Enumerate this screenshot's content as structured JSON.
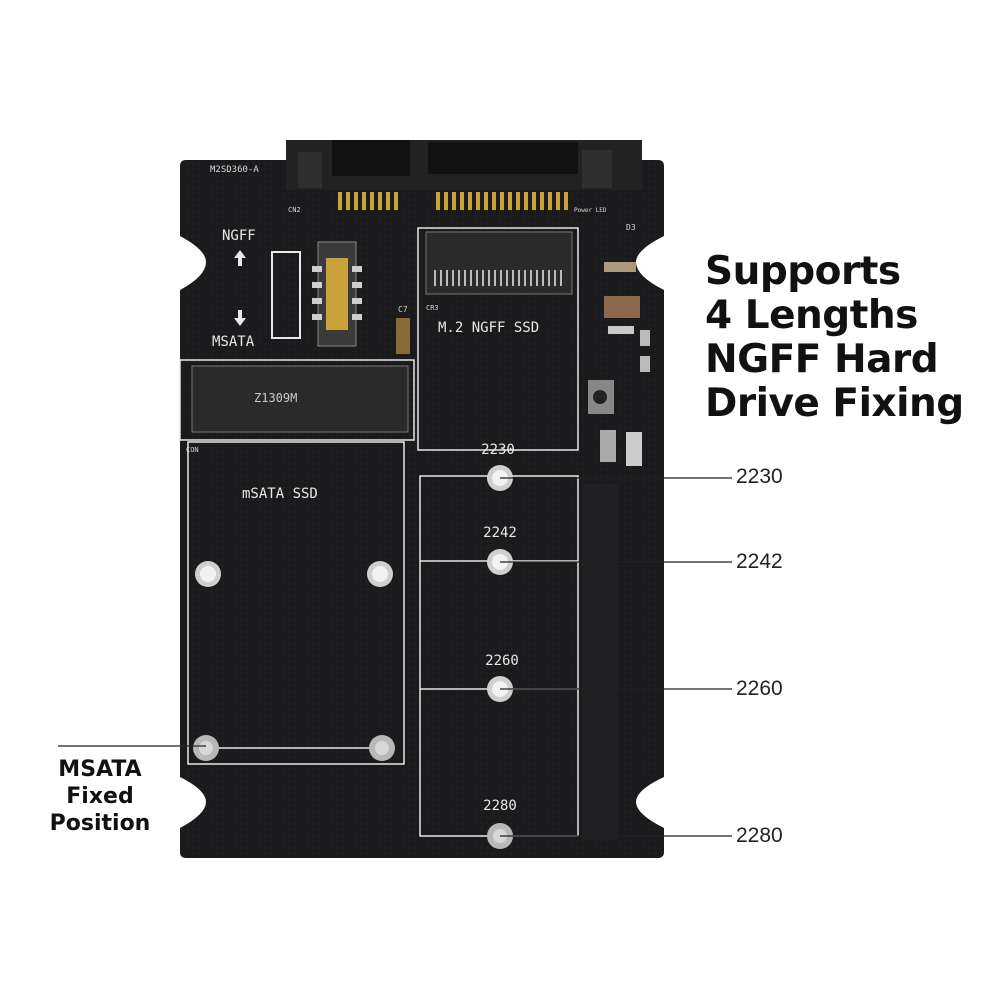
{
  "headline": [
    "Supports",
    "4 Lengths",
    "NGFF Hard",
    "Drive Fixing"
  ],
  "board": {
    "model_marking": "M2SD360-A",
    "connector_ref": "CN2",
    "switch_top_label": "NGFF",
    "switch_bottom_label": "MSATA",
    "m2_ref": "CR3",
    "m2_label": "M.2  NGFF  SSD",
    "msata_ref": "CON",
    "msata_label": "mSATA  SSD",
    "msata_slot_marking": "Z1309M",
    "cap_ref": "C7",
    "power_ref": "Power LED",
    "led_ref": "D3",
    "m2_length_marks": [
      "2230",
      "2242",
      "2260",
      "2280"
    ]
  },
  "callouts": [
    "2230",
    "2242",
    "2260",
    "2280"
  ],
  "msata_callout": [
    "MSATA",
    "Fixed",
    "Position"
  ],
  "colors": {
    "pcb": "#1b1b1d",
    "silkscreen": "#e8e8e8",
    "pad": "#c8c8c8",
    "gold": "#c9a23a"
  }
}
